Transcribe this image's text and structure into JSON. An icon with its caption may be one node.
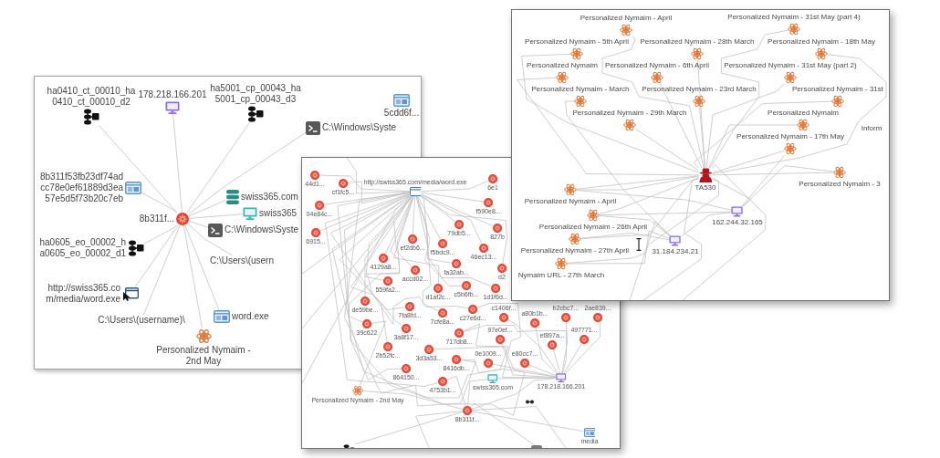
{
  "diagram": {
    "nodes": [
      {
        "text": [],
        "shape": "picture",
        "beside": [
          "ha5001_cp_00043_ha5001_cp_00043_d3"
        ]
      },
      {
        "text": [],
        "shape": "picture",
        "beside": [
          "5cdd6f..."
        ]
      },
      {
        "text": [],
        "shape": "picture",
        "beside": [
          "ha0410_ct_00010_ha0410_ct_00010_d2"
        ]
      },
      {
        "text": [],
        "shape": "picture",
        "beside": [
          "C:\\Windows\\Syste"
        ]
      },
      {
        "text": [],
        "shape": "picture",
        "beside": [
          "178.218.166.201"
        ]
      },
      {
        "text": [],
        "shape": "picture",
        "beside": [
          "swiss365.com"
        ]
      },
      {
        "text": [
          "C:\\Users\\(username)\\"
        ]
      },
      {
        "text": [],
        "shape": "picture",
        "beside": [
          "8b311f..."
        ]
      },
      {
        "text": [],
        "shape": "picture",
        "beside": [
          "8b311f53fb23df74adcc78e0ef61889d3ea57e5d5f73b20c7eb"
        ]
      },
      {
        "text": [],
        "shape": "picture",
        "beside": [
          "C:\\Windows\\Syste"
        ]
      },
      {
        "text": [],
        "shape": "picture",
        "beside": [
          "ha0605_eo_00002_ha0605_eo_00002_d1"
        ]
      },
      {
        "text": [],
        "shape": "picture",
        "beside": [
          "word.exe"
        ]
      },
      {
        "text": [],
        "shape": "picture",
        "beside": [
          "swiss365"
        ]
      },
      {
        "text": [],
        "shape": "picture",
        "beside": [
          "http://swiss365.com/media/word.exe"
        ]
      },
      {
        "text": [
          "C:\\Users\\(usern"
        ]
      },
      {
        "text": [],
        "shape": "picture",
        "beside": [
          "Personalized Nymaim - 2nd May"
        ]
      },
      {
        "text": [],
        "shape": "picture",
        "beside": [
          "44d1..."
        ]
      },
      {
        "text": [],
        "shape": "picture",
        "beside": [
          "cf1fc5..."
        ]
      },
      {
        "text": [],
        "shape": "picture",
        "beside": [
          "6e1"
        ]
      },
      {
        "text": [],
        "shape": "picture",
        "beside": [
          "http://swiss365.com/media/word.exe"
        ]
      },
      {
        "text": [],
        "shape": "picture",
        "beside": [
          "f590e8..."
        ]
      },
      {
        "text": [],
        "shape": "picture",
        "beside": [
          "04e84c..."
        ]
      },
      {
        "text": [],
        "shape": "picture",
        "beside": [
          "6915..."
        ]
      },
      {
        "text": [],
        "shape": "picture",
        "beside": [
          "79db5..."
        ]
      },
      {
        "text": [],
        "shape": "picture",
        "beside": [
          "827b"
        ]
      },
      {
        "text": [],
        "shape": "picture",
        "beside": [
          "46ec13..."
        ]
      },
      {
        "text": [],
        "shape": "picture",
        "beside": [
          "f5bdc9..."
        ]
      },
      {
        "text": [],
        "shape": "picture",
        "beside": [
          "ef2db6..."
        ]
      },
      {
        "text": [],
        "shape": "picture",
        "beside": [
          "d2"
        ]
      },
      {
        "text": [],
        "shape": "picture",
        "beside": [
          "fa32ab..."
        ]
      },
      {
        "text": [],
        "shape": "picture",
        "beside": [
          "4129a8..."
        ]
      },
      {
        "text": [],
        "shape": "picture",
        "beside": [
          "accd02..."
        ]
      },
      {
        "text": [],
        "shape": "picture",
        "beside": [
          "1d1f6d..."
        ]
      },
      {
        "text": [],
        "shape": "picture",
        "beside": [
          "d1af2c..."
        ]
      },
      {
        "text": [],
        "shape": "picture",
        "beside": [
          "c5b6fb..."
        ]
      },
      {
        "text": [],
        "shape": "picture",
        "beside": [
          "559fa2..."
        ]
      },
      {
        "text": [],
        "shape": "picture",
        "beside": [
          "7fa8fd..."
        ]
      },
      {
        "text": [],
        "shape": "picture",
        "beside": [
          "de59be..."
        ]
      },
      {
        "text": [],
        "shape": "picture",
        "beside": [
          "c27e6d..."
        ]
      },
      {
        "text": [],
        "shape": "picture",
        "beside": [
          "7cfe8a..."
        ]
      },
      {
        "text": [],
        "shape": "picture",
        "beside": [
          "c1406f..."
        ]
      },
      {
        "text": [],
        "shape": "picture",
        "beside": [
          "b2cbc7..."
        ]
      },
      {
        "text": [],
        "shape": "picture",
        "beside": [
          "2ae839..."
        ]
      },
      {
        "text": [],
        "shape": "picture",
        "beside": [
          "a80b1b..."
        ]
      },
      {
        "text": [],
        "shape": "picture",
        "beside": [
          "3a8f17..."
        ]
      },
      {
        "text": [],
        "shape": "picture",
        "beside": [
          "39c622"
        ]
      },
      {
        "text": [],
        "shape": "picture",
        "beside": [
          "717db8..."
        ]
      },
      {
        "text": [],
        "shape": "picture",
        "beside": [
          "97e0ef..."
        ]
      },
      {
        "text": [],
        "shape": "picture",
        "beside": [
          "497771..."
        ]
      },
      {
        "text": [],
        "shape": "picture",
        "beside": [
          "ef897a..."
        ]
      },
      {
        "text": [],
        "shape": "picture",
        "beside": [
          "2b52fc..."
        ]
      },
      {
        "text": [],
        "shape": "picture",
        "beside": [
          "3d3a53..."
        ]
      },
      {
        "text": [],
        "shape": "picture",
        "beside": [
          "0e1009..."
        ]
      },
      {
        "text": [],
        "shape": "picture",
        "beside": [
          "e80cc7..."
        ]
      },
      {
        "text": [],
        "shape": "picture",
        "beside": [
          "8416db..."
        ]
      },
      {
        "text": [],
        "shape": "picture",
        "beside": [
          "864150..."
        ]
      },
      {
        "text": [],
        "shape": "picture",
        "beside": [
          "178.218.166.201"
        ]
      },
      {
        "text": [],
        "shape": "picture",
        "beside": [
          "swiss365.com"
        ]
      },
      {
        "text": [],
        "shape": "picture",
        "beside": [
          "4753b1..."
        ]
      },
      {
        "text": [],
        "shape": "picture",
        "beside": [
          "Personalized Nymaim - 2nd May"
        ]
      },
      {
        "text": [],
        "shape": "picture",
        "beside": [
          "8b311f..."
        ]
      },
      {
        "text": [],
        "shape": "picture",
        "beside": [
          "media"
        ]
      },
      {
        "text": [],
        "shape": "picture"
      },
      {
        "text": [],
        "shape": "box"
      },
      {
        "text": [],
        "shape": "picture",
        "beside": [
          "Personalized Nymaim - April"
        ]
      },
      {
        "text": [],
        "shape": "picture",
        "beside": [
          "Personalized Nymaim - 31st May (part 4)"
        ]
      },
      {
        "text": [],
        "shape": "picture",
        "beside": [
          "Personalized Nymaim - 5th April"
        ]
      },
      {
        "text": [],
        "shape": "picture",
        "beside": [
          "Personalized Nymaim - 28th March"
        ]
      },
      {
        "text": [],
        "shape": "picture",
        "beside": [
          "Personalized Nymaim - 18th May"
        ]
      },
      {
        "text": [],
        "shape": "picture",
        "beside": [
          "Personalized Nymaim"
        ]
      },
      {
        "text": [],
        "shape": "picture",
        "beside": [
          "Personalized Nymaim - 6th April"
        ]
      },
      {
        "text": [],
        "shape": "picture",
        "beside": [
          "Personalized Nymaim - 31st May (part 2)"
        ]
      },
      {
        "text": [],
        "shape": "picture",
        "beside": [
          "Personalized Nymaim - March"
        ]
      },
      {
        "text": [],
        "shape": "picture",
        "beside": [
          "Personalized Nymaim - 23rd March"
        ]
      },
      {
        "text": [],
        "shape": "picture",
        "beside": [
          "Personalized Nymaim - 31st"
        ]
      },
      {
        "text": [],
        "shape": "picture",
        "beside": [
          "Personalized Nymaim - 29th March"
        ]
      },
      {
        "text": [],
        "shape": "picture",
        "beside": [
          "Personalized Nymaim"
        ]
      },
      {
        "text": [
          "Inform"
        ]
      },
      {
        "text": [],
        "shape": "picture",
        "beside": [
          "Personalized Nymaim - 17th May"
        ]
      },
      {
        "text": [],
        "shape": "picture",
        "beside": [
          "TA530"
        ]
      },
      {
        "text": [],
        "shape": "picture",
        "beside": [
          "Personalized Nymaim - 3"
        ]
      },
      {
        "text": [],
        "shape": "picture",
        "beside": [
          "Personalized Nymaim - April"
        ]
      },
      {
        "text": [],
        "shape": "picture",
        "beside": [
          "162.244.32.165"
        ]
      },
      {
        "text": [],
        "shape": "picture",
        "beside": [
          "Personalized Nymaim - 26th April"
        ]
      },
      {
        "text": [],
        "shape": "picture",
        "beside": [
          "31.184.234.21"
        ]
      },
      {
        "text": [],
        "shape": "picture",
        "beside": [
          "Personalized Nymaim - 27th April"
        ]
      },
      {
        "text": [],
        "shape": "picture",
        "beside": [
          "Nymaim URL - 27th March"
        ]
      }
    ],
    "edges": [
      {
        "from": 7,
        "to": 0,
        "arrow": "none"
      },
      {
        "from": 7,
        "to": 2,
        "arrow": "none"
      },
      {
        "from": 7,
        "to": 3,
        "arrow": "none"
      },
      {
        "from": 7,
        "to": 4,
        "arrow": "none"
      },
      {
        "from": 7,
        "to": 5,
        "arrow": "none"
      },
      {
        "from": 7,
        "to": 6,
        "arrow": "none"
      },
      {
        "from": 7,
        "to": 8,
        "arrow": "none"
      },
      {
        "from": 7,
        "to": 9,
        "arrow": "none"
      },
      {
        "from": 7,
        "to": 10,
        "arrow": "none"
      },
      {
        "from": 7,
        "to": 11,
        "arrow": "none"
      },
      {
        "from": 7,
        "to": 12,
        "arrow": "none"
      },
      {
        "from": 7,
        "to": 13,
        "arrow": "none"
      },
      {
        "from": 7,
        "to": 14,
        "arrow": "none"
      },
      {
        "from": 7,
        "to": 15,
        "arrow": "none"
      },
      {
        "from": 19,
        "to": 16,
        "arrow": "none"
      },
      {
        "from": 19,
        "to": 17,
        "arrow": "none"
      },
      {
        "from": 19,
        "to": 18,
        "arrow": "none"
      },
      {
        "from": 19,
        "to": 20,
        "arrow": "none"
      },
      {
        "from": 19,
        "to": 21,
        "arrow": "none"
      },
      {
        "from": 19,
        "to": 22,
        "arrow": "none"
      },
      {
        "from": 19,
        "to": 23,
        "arrow": "none"
      },
      {
        "from": 19,
        "to": 24,
        "arrow": "none"
      },
      {
        "from": 19,
        "to": 25,
        "arrow": "none"
      },
      {
        "from": 19,
        "to": 26,
        "arrow": "none"
      },
      {
        "from": 19,
        "to": 27,
        "arrow": "none"
      },
      {
        "from": 19,
        "to": 28,
        "arrow": "none"
      },
      {
        "from": 19,
        "to": 29,
        "arrow": "none"
      },
      {
        "from": 19,
        "to": 30,
        "arrow": "none"
      },
      {
        "from": 19,
        "to": 31,
        "arrow": "none"
      },
      {
        "from": 19,
        "to": 32,
        "arrow": "none"
      },
      {
        "from": 19,
        "to": 33,
        "arrow": "none"
      },
      {
        "from": 19,
        "to": 34,
        "arrow": "none"
      },
      {
        "from": 19,
        "to": 35,
        "arrow": "none"
      },
      {
        "from": 19,
        "to": 36,
        "arrow": "none"
      },
      {
        "from": 19,
        "to": 37,
        "arrow": "none"
      },
      {
        "from": 19,
        "to": 38,
        "arrow": "none"
      },
      {
        "from": 19,
        "to": 39,
        "arrow": "none"
      },
      {
        "from": 19,
        "to": 44,
        "arrow": "none"
      },
      {
        "from": 19,
        "to": 45,
        "arrow": "none"
      },
      {
        "from": 19,
        "to": 46,
        "arrow": "none"
      },
      {
        "from": 19,
        "to": 50,
        "arrow": "none"
      },
      {
        "from": 19,
        "to": 51,
        "arrow": "none"
      },
      {
        "from": 19,
        "to": 54,
        "arrow": "none"
      },
      {
        "from": 19,
        "to": 55,
        "arrow": "none"
      },
      {
        "from": 19,
        "to": 58,
        "arrow": "none"
      },
      {
        "from": 56,
        "to": 40,
        "arrow": "none"
      },
      {
        "from": 56,
        "to": 41,
        "arrow": "none"
      },
      {
        "from": 56,
        "to": 42,
        "arrow": "none"
      },
      {
        "from": 56,
        "to": 43,
        "arrow": "none"
      },
      {
        "from": 56,
        "to": 47,
        "arrow": "none"
      },
      {
        "from": 56,
        "to": 48,
        "arrow": "none"
      },
      {
        "from": 56,
        "to": 49,
        "arrow": "none"
      },
      {
        "from": 56,
        "to": 52,
        "arrow": "none"
      },
      {
        "from": 56,
        "to": 53,
        "arrow": "none"
      },
      {
        "from": 56,
        "to": 54,
        "arrow": "none"
      },
      {
        "from": 56,
        "to": 46,
        "arrow": "none"
      },
      {
        "from": 56,
        "to": 38,
        "arrow": "none"
      },
      {
        "from": 56,
        "to": 57,
        "arrow": "none"
      },
      {
        "from": 60,
        "to": 56,
        "arrow": "none"
      },
      {
        "from": 60,
        "to": 57,
        "arrow": "none"
      },
      {
        "from": 60,
        "to": 59,
        "arrow": "none"
      },
      {
        "from": 60,
        "to": 58,
        "arrow": "none"
      },
      {
        "from": 60,
        "to": 61,
        "arrow": "none"
      },
      {
        "from": 60,
        "to": 62,
        "arrow": "none"
      },
      {
        "from": 60,
        "to": 63,
        "arrow": "none"
      },
      {
        "from": 59,
        "to": 45,
        "arrow": "none"
      },
      {
        "from": 19,
        "to": null,
        "arrow": "none"
      },
      {
        "from": 19,
        "to": null,
        "arrow": "none"
      },
      {
        "from": 19,
        "to": null,
        "arrow": "none"
      },
      {
        "from": 19,
        "to": null,
        "arrow": "none"
      },
      {
        "from": 60,
        "to": null,
        "arrow": "none"
      },
      {
        "from": 60,
        "to": null,
        "arrow": "none"
      },
      {
        "from": 79,
        "to": 64,
        "arrow": "none"
      },
      {
        "from": 79,
        "to": 65,
        "arrow": "none"
      },
      {
        "from": 79,
        "to": 66,
        "arrow": "none"
      },
      {
        "from": 79,
        "to": 67,
        "arrow": "none"
      },
      {
        "from": 79,
        "to": 68,
        "arrow": "none"
      },
      {
        "from": 79,
        "to": 69,
        "arrow": "none"
      },
      {
        "from": 79,
        "to": 70,
        "arrow": "none"
      },
      {
        "from": 79,
        "to": 71,
        "arrow": "none"
      },
      {
        "from": 79,
        "to": 72,
        "arrow": "none"
      },
      {
        "from": 79,
        "to": 73,
        "arrow": "none"
      },
      {
        "from": 79,
        "to": 74,
        "arrow": "none"
      },
      {
        "from": 79,
        "to": 75,
        "arrow": "none"
      },
      {
        "from": 79,
        "to": 76,
        "arrow": "none"
      },
      {
        "from": 79,
        "to": 78,
        "arrow": "none"
      },
      {
        "from": 79,
        "to": 80,
        "arrow": "none"
      },
      {
        "from": 79,
        "to": 81,
        "arrow": "none"
      },
      {
        "from": 79,
        "to": 83,
        "arrow": "none"
      },
      {
        "from": 79,
        "to": 85,
        "arrow": "none"
      },
      {
        "from": 79,
        "to": 86,
        "arrow": "none"
      },
      {
        "from": 82,
        "to": 79,
        "arrow": "none"
      },
      {
        "from": 82,
        "to": 78,
        "arrow": "none"
      },
      {
        "from": 82,
        "to": 80,
        "arrow": "none"
      },
      {
        "from": 82,
        "to": 81,
        "arrow": "none"
      },
      {
        "from": 82,
        "to": 83,
        "arrow": "none"
      },
      {
        "from": 84,
        "to": 81,
        "arrow": "none"
      },
      {
        "from": 84,
        "to": 83,
        "arrow": "none"
      },
      {
        "from": 84,
        "to": 85,
        "arrow": "none"
      },
      {
        "from": 84,
        "to": 86,
        "arrow": "none"
      },
      {
        "from": 84,
        "to": 82,
        "arrow": "none"
      },
      {
        "from": 79,
        "to": null,
        "arrow": "none"
      },
      {
        "from": 79,
        "to": null,
        "arrow": "none"
      },
      {
        "from": 84,
        "to": null,
        "arrow": "none"
      }
    ]
  }
}
